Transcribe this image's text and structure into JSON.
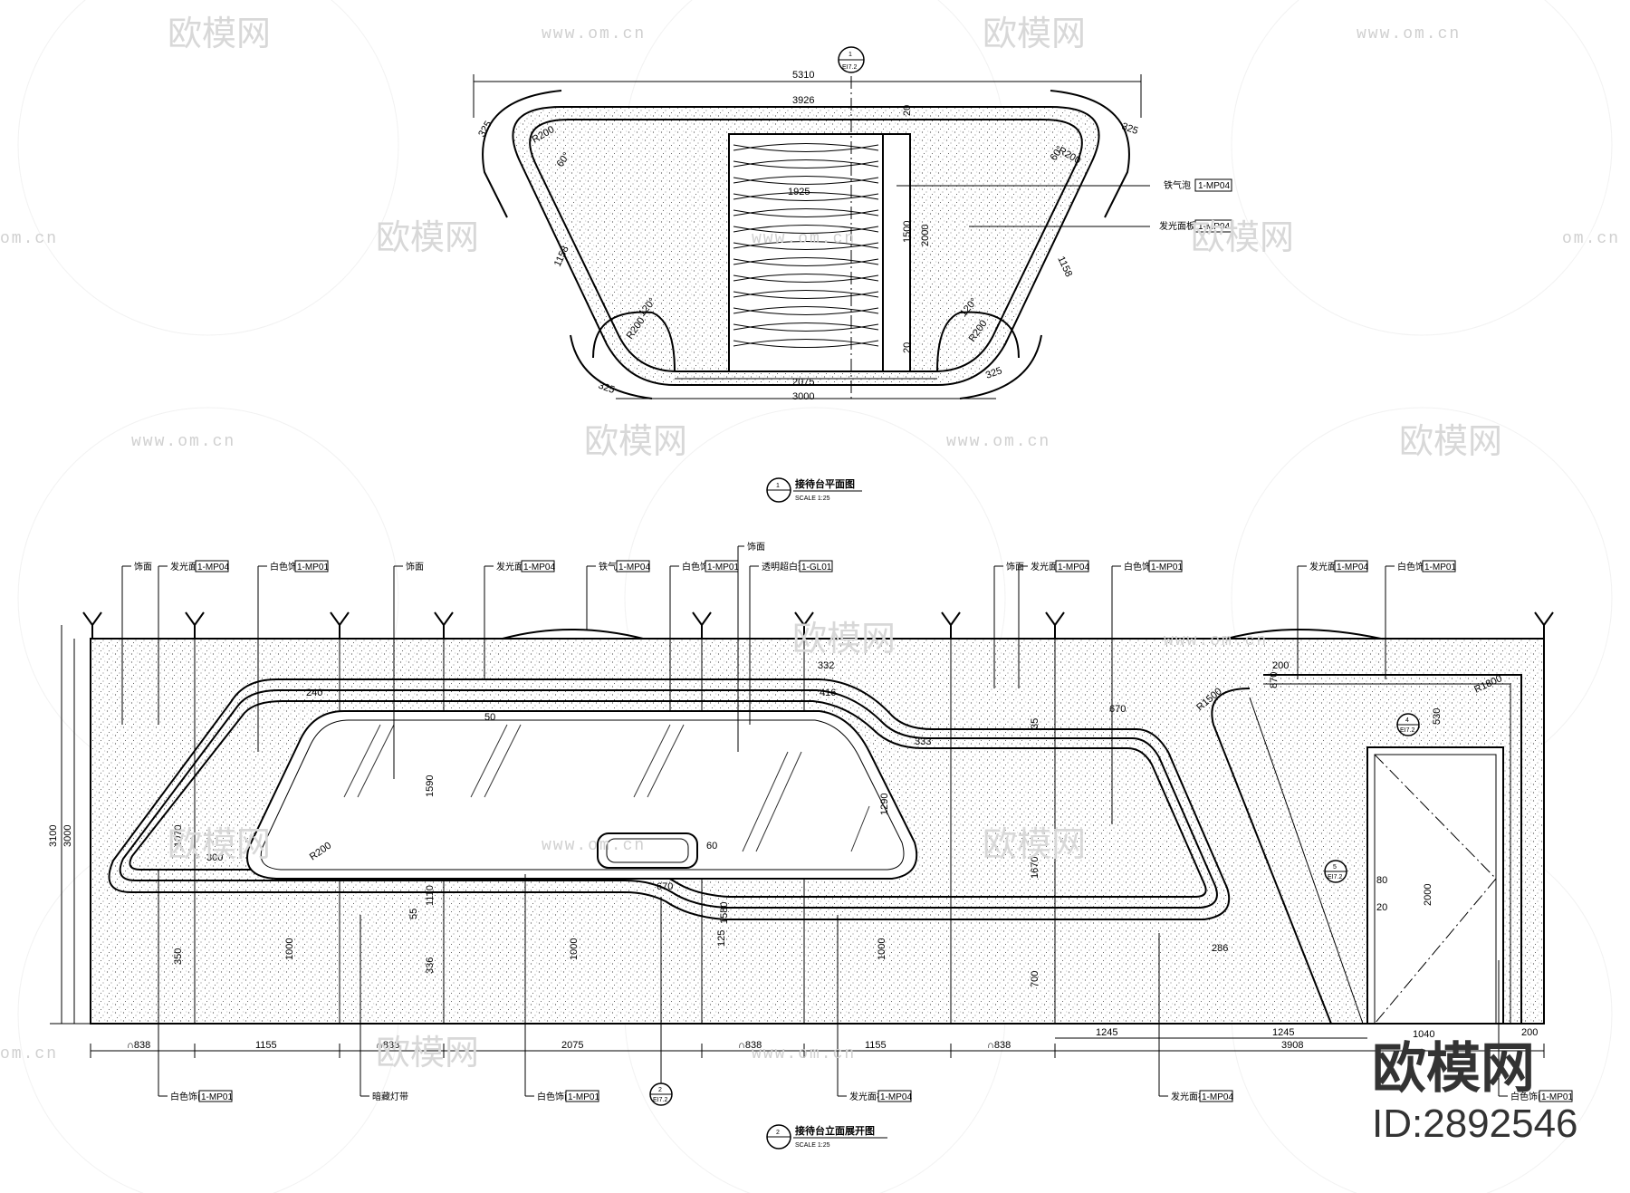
{
  "watermark": {
    "brand_cn": "欧模网",
    "url": "www.om.cn",
    "url_short": "om.cn",
    "brand_large": "欧模网",
    "id_label": "ID:2892546"
  },
  "plan": {
    "section_mark": "1",
    "section_sheet": "EI7.2",
    "dims": {
      "overall_top": "5310",
      "inner_top": "3926",
      "bottom_inner": "2075",
      "bottom_overall": "3000",
      "left_side": "1158",
      "right_side": "1158",
      "center_vertical": "1500",
      "center_vertical2": "2000",
      "center_width": "1925",
      "top_gap": "20",
      "bottom_gap": "20",
      "radius_tl": "R200",
      "radius_tr": "R200",
      "radius_bl": "R200",
      "radius_br": "R200",
      "angle_tl": "60°",
      "angle_tr": "60°",
      "angle_bl": "120°",
      "angle_br": "120°",
      "arc_tl": "325",
      "arc_tr": "325",
      "arc_bl": "325",
      "arc_br": "325"
    },
    "tags": [
      {
        "label": "铁气泡",
        "code": "1-MP04"
      },
      {
        "label": "发光面板",
        "code": "1-MP04"
      }
    ],
    "title_number": "1",
    "title": "接待台平面图",
    "scale": "SCALE 1:25"
  },
  "elevation": {
    "top_tags": [
      {
        "label": "饰面",
        "code": ""
      },
      {
        "label": "发光面板",
        "code": "1-MP04"
      },
      {
        "label": "白色饰面",
        "code": "1-MP01"
      },
      {
        "label": "饰面",
        "code": ""
      },
      {
        "label": "发光面板",
        "code": "1-MP04"
      },
      {
        "label": "铁气泡",
        "code": "1-MP04"
      },
      {
        "label": "白色饰面",
        "code": "1-MP01"
      },
      {
        "label": "透明超白玻璃",
        "code": "1-GL01"
      },
      {
        "label": "饰面",
        "code": ""
      },
      {
        "label": "发光面板",
        "code": "1-MP04"
      },
      {
        "label": "白色饰面",
        "code": "1-MP01"
      },
      {
        "label": "发光面板",
        "code": "1-MP04"
      },
      {
        "label": "白色饰面",
        "code": "1-MP01"
      }
    ],
    "top_note": "饰面",
    "dims": {
      "height_total": "3100",
      "height_inner": "3000",
      "d240": "240",
      "d332": "332",
      "d416": "416",
      "d333": "333",
      "d670_top": "670",
      "d870": "870",
      "d200": "200",
      "d1590": "1590",
      "d1290": "1290",
      "d1110": "1110",
      "d1670": "1670",
      "d1580": "1580",
      "d300": "300",
      "d1070": "1070",
      "d1000a": "1000",
      "d1000b": "1000",
      "d1000c": "1000",
      "d700": "700",
      "d350": "350",
      "d336": "336",
      "d670_mid": "670",
      "d50": "50",
      "d60": "60",
      "d80": "80",
      "d20": "20",
      "d2000": "2000",
      "d1040": "1040",
      "d286": "286",
      "d125": "125",
      "d55": "55",
      "d35": "35",
      "d530": "530",
      "r200": "R200",
      "r1500": "R1500",
      "r1800": "R1800"
    },
    "bottom_dims": [
      "∩838",
      "1155",
      "∩838",
      "2075",
      "∩838",
      "1155",
      "∩838",
      "1245",
      "1245",
      "3908",
      "200"
    ],
    "bottom_tags": [
      {
        "label": "白色饰面",
        "code": "1-MP01"
      },
      {
        "label": "暗藏灯带",
        "code": ""
      },
      {
        "label": "白色饰面",
        "code": "1-MP01"
      },
      {
        "label": "发光面板",
        "code": "1-MP04"
      },
      {
        "label": "发光面板",
        "code": "1-MP04"
      },
      {
        "label": "白色饰面",
        "code": "1-MP01"
      }
    ],
    "marker_left": {
      "num": "2",
      "sheet": "EI7.2"
    },
    "marker_right_top": {
      "num": "4",
      "sheet": "EI7.2"
    },
    "marker_right_mid": {
      "num": "5",
      "sheet": "EI7.2"
    },
    "title_number": "2",
    "title": "接待台立面展开图",
    "scale": "SCALE 1:25"
  }
}
